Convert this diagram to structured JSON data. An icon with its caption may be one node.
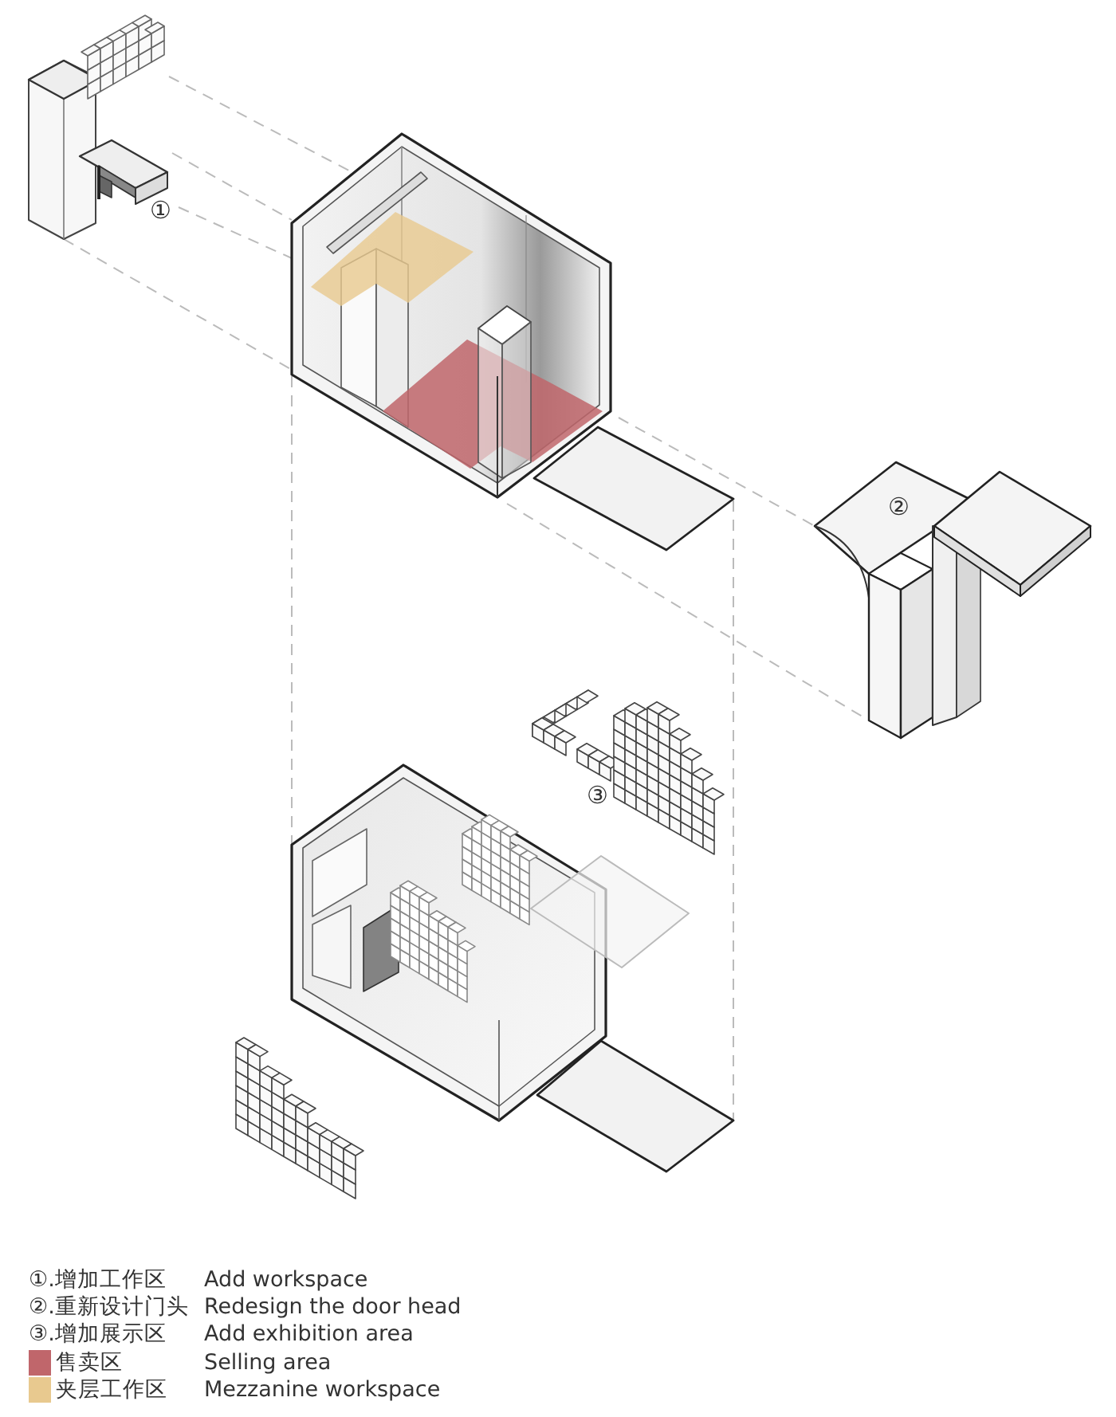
{
  "diagram": {
    "nodes": [
      {
        "text": [],
        "shape": "picture"
      },
      {
        "text": [],
        "shape": "picture"
      },
      {
        "text": [],
        "shape": "picture"
      },
      {
        "text": [],
        "shape": "picture"
      },
      {
        "text": [],
        "shape": "picture"
      },
      {
        "text": [],
        "shape": "picture"
      }
    ],
    "edges": [
      {
        "from": 0,
        "to": 1,
        "arrow": "none",
        "style": "dashed"
      },
      {
        "from": 0,
        "to": 1,
        "arrow": "none",
        "style": "dashed"
      },
      {
        "from": 0,
        "to": 1,
        "arrow": "none",
        "style": "dashed"
      },
      {
        "from": 0,
        "to": 1,
        "arrow": "none",
        "style": "dashed"
      },
      {
        "from": 1,
        "to": 4,
        "arrow": "none",
        "style": "dashed"
      },
      {
        "from": 1,
        "to": 4,
        "arrow": "none",
        "style": "dashed"
      },
      {
        "from": 1,
        "to": 2,
        "arrow": "none",
        "style": "dashed"
      },
      {
        "from": 1,
        "to": 2,
        "arrow": "none",
        "style": "dashed"
      }
    ],
    "labels": [
      "①",
      "②",
      "③",
      "①.增加工作区",
      "Add workspace",
      "②.重新设计门头",
      "Redesign the door head",
      "③.增加展示区",
      "Add exhibition area",
      "Selling area",
      "Mezzanine workspace"
    ],
    "legend": [
      {
        "text": "售卖区",
        "color": "#c0666b"
      },
      {
        "text": "夹层工作区",
        "color": "#e8c98f"
      }
    ]
  }
}
